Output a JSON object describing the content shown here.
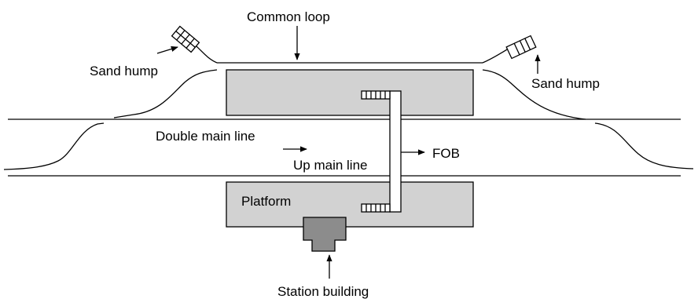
{
  "diagram": {
    "labels": {
      "common_loop": "Common loop",
      "sand_hump_left": "Sand hump",
      "sand_hump_right": "Sand hump",
      "double_main_line": "Double main line",
      "up_main_line": "Up main line",
      "fob": "FOB",
      "platform": "Platform",
      "station_building": "Station building"
    },
    "colors": {
      "line": "#000000",
      "platform_fill": "#d2d2d2",
      "building_fill": "#8c8c8c",
      "background": "#ffffff"
    }
  }
}
